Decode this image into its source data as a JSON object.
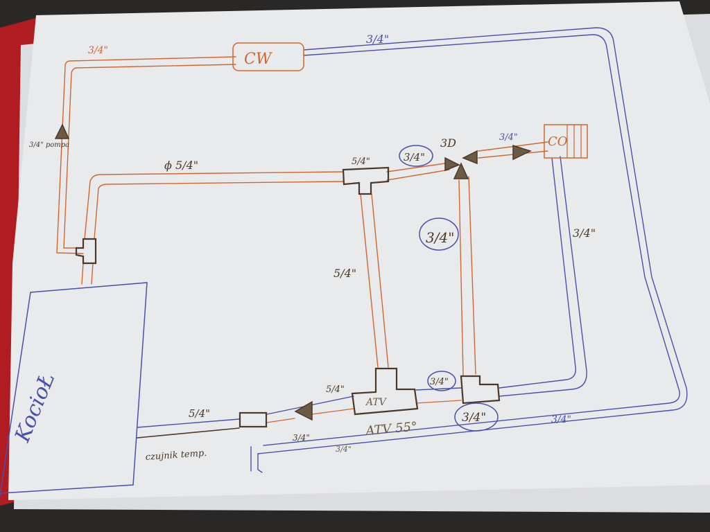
{
  "colors": {
    "copper": "#d0662f",
    "blue": "#4a4fa8",
    "ink": "#4a3828",
    "paper": "#e8eaec",
    "paper_back": "#dcdde0",
    "folder": "#b01c22",
    "background": "#2a2826",
    "glitter": "#6d5a44"
  },
  "labels": {
    "boiler": "KocioŁ",
    "hot_water_tank": "CW",
    "radiator": "CO",
    "mixing_valve": "3D",
    "atv_body": "ATV",
    "atv_setpoint": "ATV 55°",
    "feed_temp": "czujnik temp.",
    "pump_top": "3/4\" pompa"
  },
  "pipe_sizes": {
    "top_left": "3/4\"",
    "top_right": "3/4\"",
    "main_supply": "ϕ 5/4\"",
    "tee_top": "5/4\"",
    "to_valve": "3/4\"",
    "to_radiator": "3/4\"",
    "right_vertical": "3/4\"",
    "bypass": "3/4\"",
    "atv_riser": "5/4\"",
    "atv_left": "5/4\"",
    "return_right": "3/4\"",
    "bottom_tee": "3/4\"",
    "outer_loop": "3/4\"",
    "return_left": "5/4\"",
    "pump_bottom": "3/4\"",
    "atv_bottom": "3/4\""
  },
  "icons": [
    "pump-icon",
    "three-way-valve-icon",
    "tee-fitting-icon",
    "radiator-icon"
  ]
}
